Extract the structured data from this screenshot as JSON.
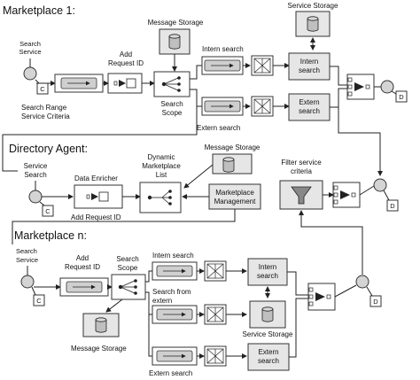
{
  "sections": {
    "marketplace_1": "Marketplace 1:",
    "directory_agent": "Directory Agent:",
    "marketplace_n": "Marketplace n:"
  },
  "marketplace_1": {
    "search_service": [
      "Search",
      "Service"
    ],
    "endpoint_c": "C",
    "criteria_note": [
      "Search Range",
      "Service Criteria"
    ],
    "add_request_id": [
      "Add",
      "Request ID"
    ],
    "message_storage": "Message Storage",
    "search_scope": [
      "Search",
      "Scope"
    ],
    "intern_search_channel": "Intern search",
    "intern_search_box": [
      "Intern",
      "search"
    ],
    "extern_search_box": [
      "Extern",
      "search"
    ],
    "extern_search_channel": "Extern search",
    "service_storage": "Service Storage",
    "endpoint_d": "D"
  },
  "directory_agent": {
    "service_search": [
      "Service",
      "Search"
    ],
    "endpoint_c": "C",
    "data_enricher": "Data Enricher",
    "add_request_id": "Add Request ID",
    "dynamic_list": [
      "Dynamic",
      "Marketplace",
      "List"
    ],
    "message_storage": "Message Storage",
    "marketplace_management": [
      "Marketplace",
      "Management"
    ],
    "filter_criteria": [
      "Filter service",
      "criteria"
    ],
    "endpoint_d": "D"
  },
  "marketplace_n": {
    "search_service": [
      "Search",
      "Service"
    ],
    "endpoint_c": "C",
    "add_request_id": [
      "Add",
      "Request ID"
    ],
    "search_scope": [
      "Search",
      "Scope"
    ],
    "message_storage": "Message Storage",
    "intern_search_channel": "Intern search",
    "search_from_extern": [
      "Search from",
      "extern"
    ],
    "extern_search_channel": "Extern search",
    "intern_search_box": [
      "Intern",
      "search"
    ],
    "service_storage": "Service Storage",
    "extern_search_box": [
      "Extern",
      "search"
    ],
    "endpoint_d": "D"
  }
}
